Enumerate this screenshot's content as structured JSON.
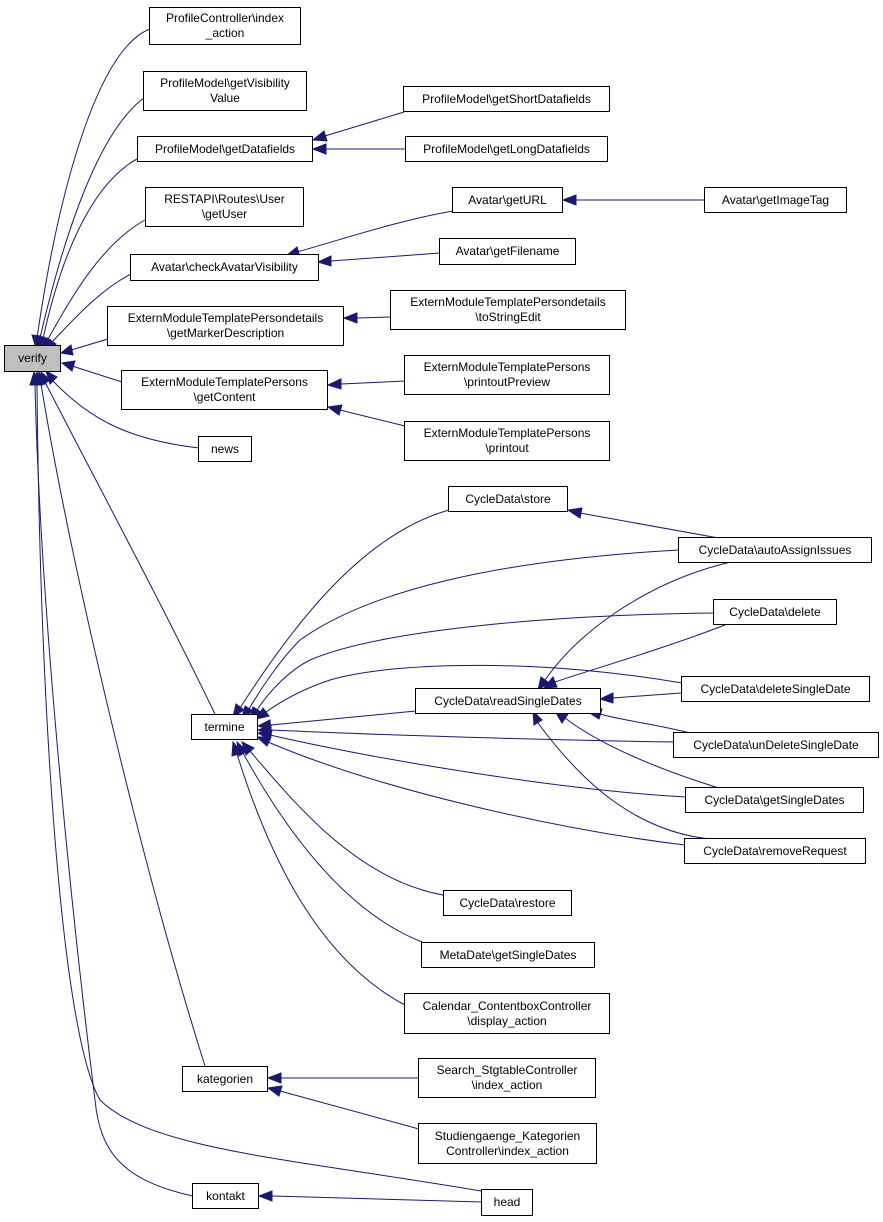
{
  "nodes": [
    {
      "id": "verify",
      "lines": [
        "verify"
      ],
      "root": true
    },
    {
      "id": "pc_index",
      "lines": [
        "ProfileController\\index",
        "_action"
      ]
    },
    {
      "id": "pm_vis",
      "lines": [
        "ProfileModel\\getVisibility",
        "Value"
      ]
    },
    {
      "id": "pm_short",
      "lines": [
        "ProfileModel\\getShortDatafields"
      ]
    },
    {
      "id": "pm_data",
      "lines": [
        "ProfileModel\\getDatafields"
      ]
    },
    {
      "id": "pm_long",
      "lines": [
        "ProfileModel\\getLongDatafields"
      ]
    },
    {
      "id": "rest_user",
      "lines": [
        "RESTAPI\\Routes\\User",
        "\\getUser"
      ]
    },
    {
      "id": "av_url",
      "lines": [
        "Avatar\\getURL"
      ]
    },
    {
      "id": "av_tag",
      "lines": [
        "Avatar\\getImageTag"
      ]
    },
    {
      "id": "av_check",
      "lines": [
        "Avatar\\checkAvatarVisibility"
      ]
    },
    {
      "id": "av_file",
      "lines": [
        "Avatar\\getFilename"
      ]
    },
    {
      "id": "empd_marker",
      "lines": [
        "ExternModuleTemplatePersondetails",
        "\\getMarkerDescription"
      ]
    },
    {
      "id": "empd_tostr",
      "lines": [
        "ExternModuleTemplatePersondetails",
        "\\toStringEdit"
      ]
    },
    {
      "id": "emp_content",
      "lines": [
        "ExternModuleTemplatePersons",
        "\\getContent"
      ]
    },
    {
      "id": "emp_preview",
      "lines": [
        "ExternModuleTemplatePersons",
        "\\printoutPreview"
      ]
    },
    {
      "id": "emp_print",
      "lines": [
        "ExternModuleTemplatePersons",
        "\\printout"
      ]
    },
    {
      "id": "news",
      "lines": [
        "news"
      ]
    },
    {
      "id": "cd_store",
      "lines": [
        "CycleData\\store"
      ]
    },
    {
      "id": "cd_auto",
      "lines": [
        "CycleData\\autoAssignIssues"
      ]
    },
    {
      "id": "cd_delete",
      "lines": [
        "CycleData\\delete"
      ]
    },
    {
      "id": "cd_read",
      "lines": [
        "CycleData\\readSingleDates"
      ]
    },
    {
      "id": "cd_delsingle",
      "lines": [
        "CycleData\\deleteSingleDate"
      ]
    },
    {
      "id": "termine",
      "lines": [
        "termine"
      ]
    },
    {
      "id": "cd_undel",
      "lines": [
        "CycleData\\unDeleteSingleDate"
      ]
    },
    {
      "id": "cd_getsingle",
      "lines": [
        "CycleData\\getSingleDates"
      ]
    },
    {
      "id": "cd_remove",
      "lines": [
        "CycleData\\removeRequest"
      ]
    },
    {
      "id": "cd_restore",
      "lines": [
        "CycleData\\restore"
      ]
    },
    {
      "id": "md_single",
      "lines": [
        "MetaDate\\getSingleDates"
      ]
    },
    {
      "id": "cal_display",
      "lines": [
        "Calendar_ContentboxController",
        "\\display_action"
      ]
    },
    {
      "id": "search_index",
      "lines": [
        "Search_StgtableController",
        "\\index_action"
      ]
    },
    {
      "id": "kategorien",
      "lines": [
        "kategorien"
      ]
    },
    {
      "id": "stud_index",
      "lines": [
        "Studiengaenge_Kategorien",
        "Controller\\index_action"
      ]
    },
    {
      "id": "kontakt",
      "lines": [
        "kontakt"
      ]
    },
    {
      "id": "head",
      "lines": [
        "head"
      ]
    }
  ]
}
